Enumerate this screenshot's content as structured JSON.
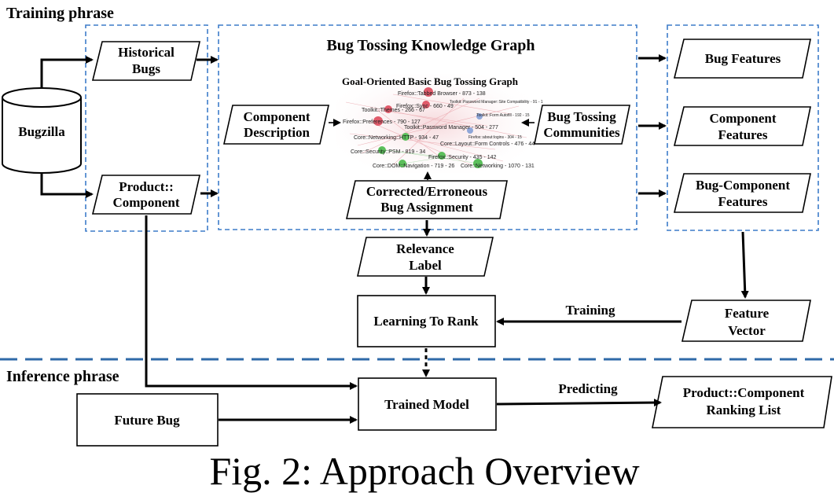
{
  "phases": {
    "training": "Training phrase",
    "inference": "Inference phrase"
  },
  "nodes": {
    "bugzilla": "Bugzilla",
    "historical_bugs": [
      "Historical",
      "Bugs"
    ],
    "product_component": [
      "Product::",
      "Component"
    ],
    "kg_title": "Bug Tossing Knowledge Graph",
    "graph_subtitle": "Goal-Oriented Basic Bug Tossing Graph",
    "component_description": [
      "Component",
      "Description"
    ],
    "bug_tossing_communities": [
      "Bug Tossing",
      "Communities"
    ],
    "corrected_assignment": [
      "Corrected/Erroneous",
      "Bug Assignment"
    ],
    "bug_features": "Bug Features",
    "component_features": [
      "Component",
      "Features"
    ],
    "bug_component_features": [
      "Bug-Component",
      "Features"
    ],
    "relevance_label": [
      "Relevance",
      "Label"
    ],
    "learning_to_rank": "Learning To Rank",
    "feature_vector": [
      "Feature",
      "Vector"
    ],
    "trained_model": "Trained Model",
    "future_bug": "Future Bug",
    "ranking_list": [
      "Product::Component",
      "Ranking List"
    ]
  },
  "edge_labels": {
    "training": "Training",
    "predicting": "Predicting"
  },
  "graph_nodes": [
    "Firefox::Tabbed Browser - 873 - 138",
    "Firefox::Sync - 660 - 49",
    "Toolkit::Password Manager::Site Compatibility - 91 - 1",
    "Toolkit::Themes - 266 - 67",
    "Firefox::Preferences - 790 - 127",
    "Toolkit::Password Manager - 504 - 277",
    "Toolkit::Form Autofill - 192 - 15",
    "Core::Networking::HTTP - 934 - 47",
    "Core::Layout::Form Controls - 476 - 44",
    "Firefox::about:logins - 304 - 15",
    "Core::Security::PSM - 819 - 34",
    "Firefox::Security - 435 - 142",
    "Core::DOM::Navigation - 719 - 26",
    "Core::Networking - 1070 - 131"
  ],
  "caption": "Fig. 2: Approach Overview",
  "colors": {
    "dashed_box": "#3d7cc9",
    "phase_divider": "#2f6aa8",
    "arrow": "#000000",
    "node_red": "#e05a6a",
    "node_green": "#5bbf5b",
    "node_blue": "#8fa6d8"
  }
}
